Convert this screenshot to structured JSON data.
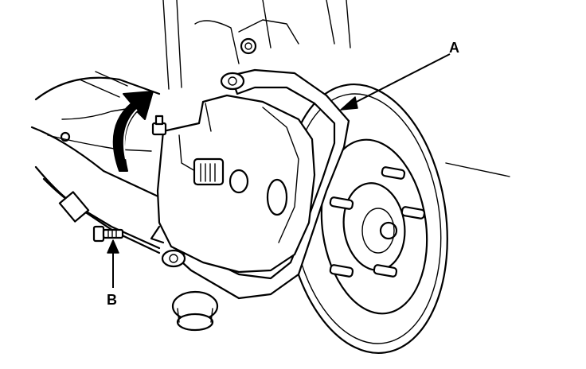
{
  "labels": {
    "a": "A",
    "b": "B"
  },
  "icons": {
    "rotation_arrow": "curved-up-arrow",
    "pointer_a": "arrow",
    "pointer_b": "arrow"
  },
  "colors": {
    "ink": "#000000",
    "paper": "#ffffff"
  }
}
